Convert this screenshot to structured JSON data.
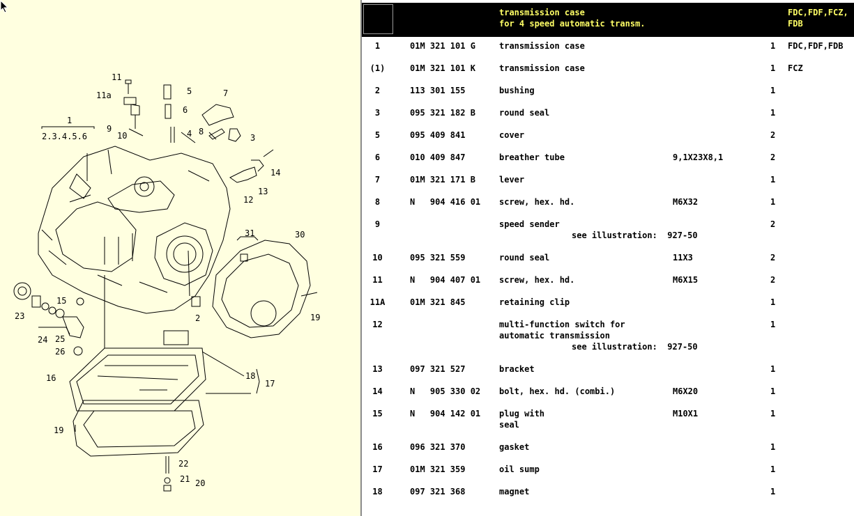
{
  "diagram": {
    "callouts": [
      "1",
      "2.3.4.5.6",
      "11",
      "11a",
      "9",
      "10",
      "5",
      "6",
      "4",
      "7",
      "8",
      "3",
      "14",
      "13",
      "12",
      "31",
      "30",
      "15",
      "23",
      "24",
      "25",
      "26",
      "2",
      "19",
      "16",
      "18",
      "17",
      "19",
      "22",
      "21",
      "20"
    ]
  },
  "header": {
    "title_line1": "transmission case",
    "title_line2": "for 4 speed automatic transm.",
    "models_line1": "FDC,FDF,FCZ,",
    "models_line2": "FDB"
  },
  "parts": [
    {
      "pos": "1",
      "pn": "01M 321 101 G",
      "desc": [
        "transmission case"
      ],
      "remark": "",
      "qty": "1",
      "models": "FDC,FDF,FDB"
    },
    {
      "pos": "(1)",
      "pn": "01M 321 101 K",
      "desc": [
        "transmission case"
      ],
      "remark": "",
      "qty": "1",
      "models": "FCZ"
    },
    {
      "pos": "2",
      "pn": "113 301 155",
      "desc": [
        "bushing"
      ],
      "remark": "",
      "qty": "1",
      "models": ""
    },
    {
      "pos": "3",
      "pn": "095 321 182 B",
      "desc": [
        "round seal"
      ],
      "remark": "",
      "qty": "1",
      "models": ""
    },
    {
      "pos": "5",
      "pn": "095 409 841",
      "desc": [
        "cover"
      ],
      "remark": "",
      "qty": "2",
      "models": ""
    },
    {
      "pos": "6",
      "pn": "010 409 847",
      "desc": [
        "breather tube"
      ],
      "remark": "9,1X23X8,1",
      "qty": "2",
      "models": ""
    },
    {
      "pos": "7",
      "pn": "01M 321 171 B",
      "desc": [
        "lever"
      ],
      "remark": "",
      "qty": "1",
      "models": ""
    },
    {
      "pos": "8",
      "pn": "N   904 416 01",
      "desc": [
        "screw, hex. hd."
      ],
      "remark": "M6X32",
      "qty": "1",
      "models": ""
    },
    {
      "pos": "9",
      "pn": "",
      "desc": [
        "speed sender"
      ],
      "see": "see illustration:  927-50",
      "remark": "",
      "qty": "2",
      "models": ""
    },
    {
      "pos": "10",
      "pn": "095 321 559",
      "desc": [
        "round seal"
      ],
      "remark": "11X3",
      "qty": "2",
      "models": ""
    },
    {
      "pos": "11",
      "pn": "N   904 407 01",
      "desc": [
        "screw, hex. hd."
      ],
      "remark": "M6X15",
      "qty": "2",
      "models": ""
    },
    {
      "pos": "11A",
      "pn": "01M 321 845",
      "desc": [
        "retaining clip"
      ],
      "remark": "",
      "qty": "1",
      "models": ""
    },
    {
      "pos": "12",
      "pn": "",
      "desc": [
        "multi-function switch for",
        "automatic transmission"
      ],
      "see": "see illustration:  927-50",
      "remark": "",
      "qty": "1",
      "models": ""
    },
    {
      "pos": "13",
      "pn": "097 321 527",
      "desc": [
        "bracket"
      ],
      "remark": "",
      "qty": "1",
      "models": ""
    },
    {
      "pos": "14",
      "pn": "N   905 330 02",
      "desc": [
        "bolt, hex. hd. (combi.)"
      ],
      "remark": "M6X20",
      "qty": "1",
      "models": ""
    },
    {
      "pos": "15",
      "pn": "N   904 142 01",
      "desc": [
        "plug with",
        "seal"
      ],
      "remark": "M10X1",
      "qty": "1",
      "models": ""
    },
    {
      "pos": "16",
      "pn": "096 321 370",
      "desc": [
        "gasket"
      ],
      "remark": "",
      "qty": "1",
      "models": ""
    },
    {
      "pos": "17",
      "pn": "01M 321 359",
      "desc": [
        "oil sump"
      ],
      "remark": "",
      "qty": "1",
      "models": ""
    },
    {
      "pos": "18",
      "pn": "097 321 368",
      "desc": [
        "magnet"
      ],
      "remark": "",
      "qty": "1",
      "models": ""
    }
  ]
}
